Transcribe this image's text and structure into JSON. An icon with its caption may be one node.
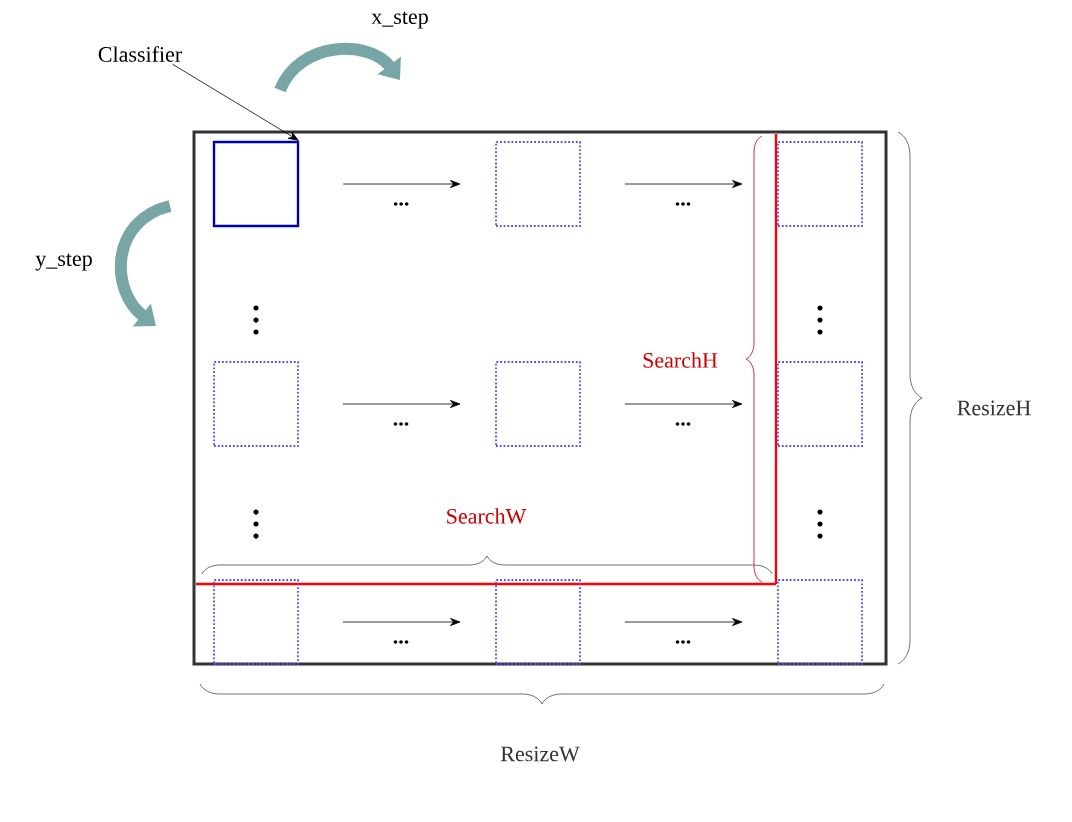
{
  "diagram": {
    "nodes": [
      {
        "text": [],
        "shape": "box"
      },
      {
        "text": [],
        "shape": "box",
        "in": 0
      },
      {
        "text": [],
        "shape": "box",
        "in": 0
      },
      {
        "text": [],
        "shape": "box",
        "in": 0
      },
      {
        "text": [],
        "shape": "box",
        "in": 0
      },
      {
        "text": [],
        "shape": "box",
        "in": 0
      },
      {
        "text": [],
        "shape": "box",
        "in": 0
      },
      {
        "text": [],
        "shape": "box",
        "in": 0
      },
      {
        "text": [],
        "shape": "box",
        "in": 0
      },
      {
        "text": [],
        "shape": "box",
        "in": 0
      },
      {
        "text": [
          "Classifier"
        ]
      }
    ],
    "edges": [
      {
        "from": 1,
        "to": 2,
        "arrow": "to",
        "label": "..."
      },
      {
        "from": 2,
        "to": 3,
        "arrow": "to",
        "label": "..."
      },
      {
        "from": 4,
        "to": 5,
        "arrow": "to",
        "label": "..."
      },
      {
        "from": 5,
        "to": 6,
        "arrow": "to",
        "label": "..."
      },
      {
        "from": 7,
        "to": 8,
        "arrow": "to",
        "label": "..."
      },
      {
        "from": 8,
        "to": 9,
        "arrow": "to",
        "label": "..."
      },
      {
        "from": 10,
        "to": 1,
        "arrow": "to"
      }
    ],
    "labels": [
      "x_step",
      "y_step",
      "SearchH",
      "SearchW",
      "ResizeH",
      "ResizeW"
    ]
  }
}
